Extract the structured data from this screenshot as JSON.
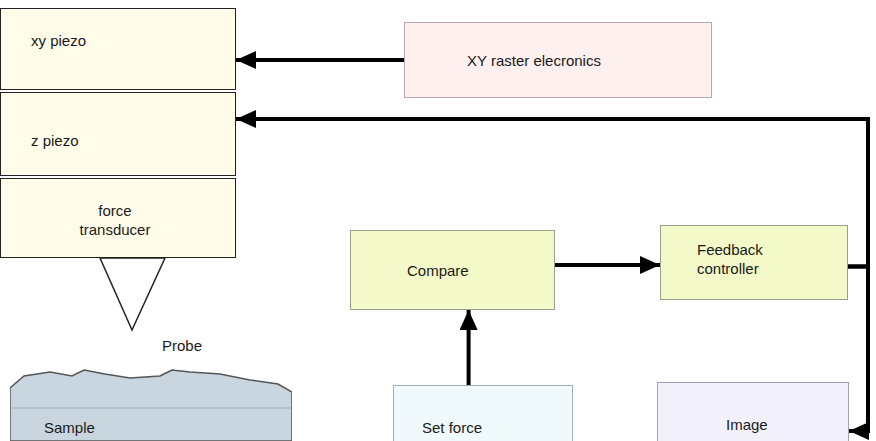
{
  "diagram": {
    "nodes": [
      {
        "text": [
          "xy piezo"
        ]
      },
      {
        "text": [
          "XY raster elecronics"
        ]
      },
      {
        "text": [
          "z piezo"
        ]
      },
      {
        "text": [
          "force transducer"
        ]
      },
      {
        "text": [
          "Compare"
        ]
      },
      {
        "text": [
          "Feedback controller"
        ]
      },
      {
        "text": [
          "Sample"
        ]
      },
      {
        "text": [
          "Set force"
        ]
      },
      {
        "text": [
          "Image"
        ]
      }
    ],
    "edges": [
      {
        "from": 1,
        "to": 0,
        "arrow": "to"
      },
      {
        "from": 4,
        "to": 5,
        "arrow": "to"
      },
      {
        "from": 7,
        "to": 4,
        "arrow": "to"
      },
      {
        "from": 5,
        "to": 2,
        "arrow": "to"
      },
      {
        "from": 5,
        "to": 8,
        "arrow": "to"
      }
    ],
    "labels": [
      "Probe"
    ]
  }
}
